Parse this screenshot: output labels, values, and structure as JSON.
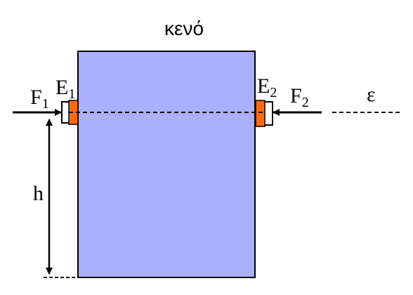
{
  "title": "κενό",
  "labels": {
    "force_left": "F",
    "force_left_sub": "1",
    "force_right": "F",
    "force_right_sub": "2",
    "piston_left": "E",
    "piston_left_sub": "1",
    "piston_right": "E",
    "piston_right_sub": "2",
    "line_label": "ε",
    "height": "h"
  },
  "colors": {
    "tank_fill": "#aab0fa",
    "piston_fill": "#ff6a10",
    "stroke": "#000000",
    "background": "#ffffff"
  }
}
